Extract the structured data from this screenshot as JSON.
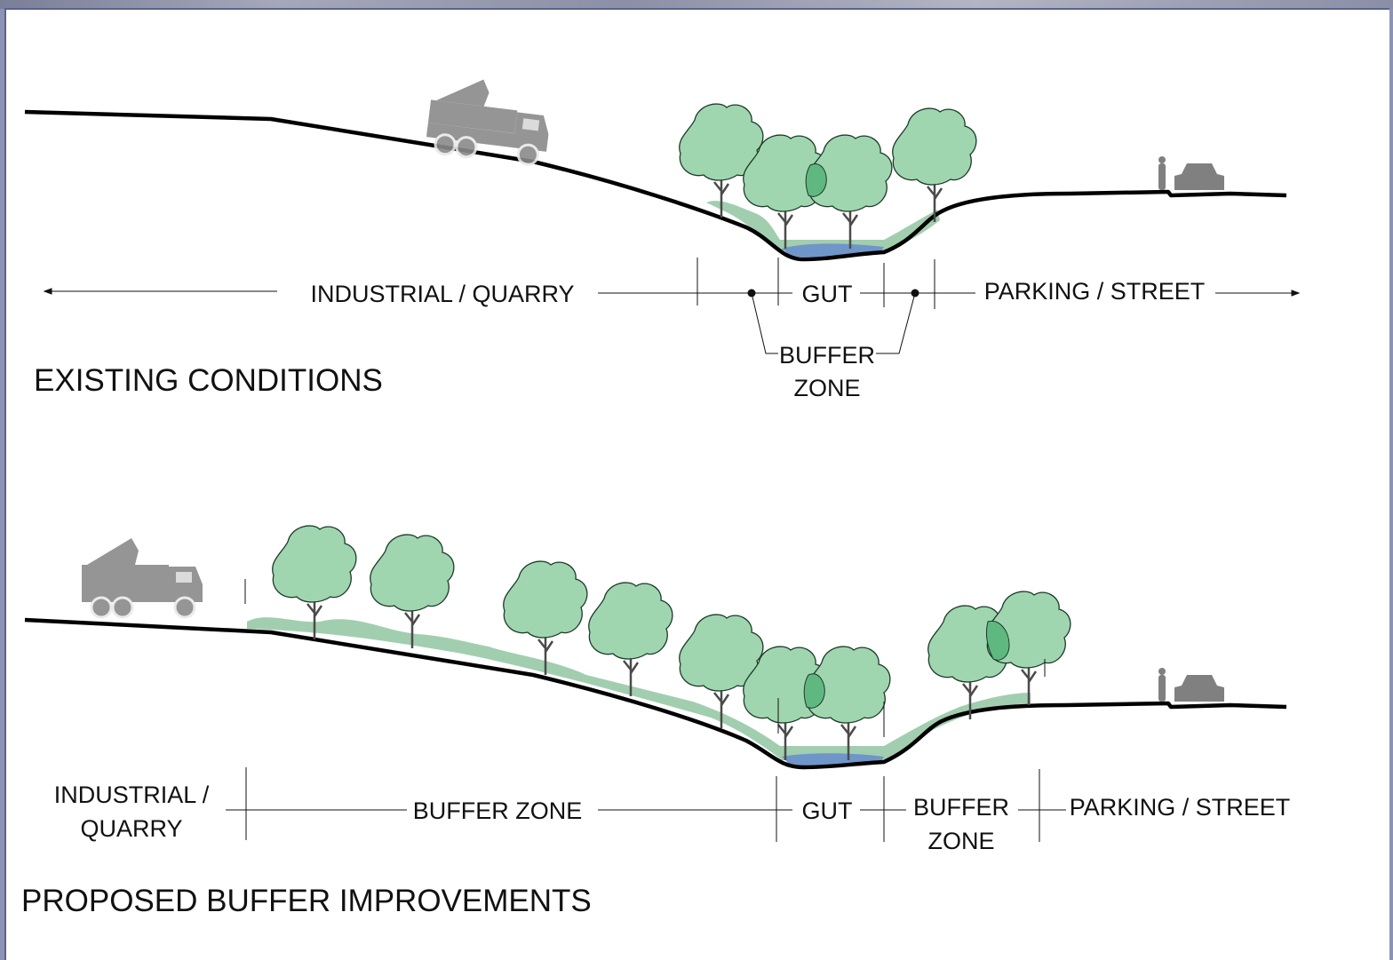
{
  "existing": {
    "title": "EXISTING CONDITIONS",
    "labels": {
      "industrial": "INDUSTRIAL / QUARRY",
      "gut": "GUT",
      "parking": "PARKING / STREET",
      "buffer_line1": "BUFFER",
      "buffer_line2": "ZONE"
    }
  },
  "proposed": {
    "title": "PROPOSED BUFFER IMPROVEMENTS",
    "labels": {
      "industrial_line1": "INDUSTRIAL /",
      "industrial_line2": "QUARRY",
      "buffer_zone": "BUFFER ZONE",
      "gut": "GUT",
      "buffer_line1": "BUFFER",
      "buffer_line2": "ZONE",
      "parking": "PARKING / STREET"
    }
  },
  "colors": {
    "tree": "#9fd6b0",
    "tree_overlap": "#5fb880",
    "vegetation": "#92c6a2",
    "water": "#6f96c8",
    "ground": "#000000",
    "vehicle": "#808080"
  },
  "icons": [
    "dump-truck-icon",
    "tree-icon",
    "person-icon",
    "car-icon"
  ]
}
